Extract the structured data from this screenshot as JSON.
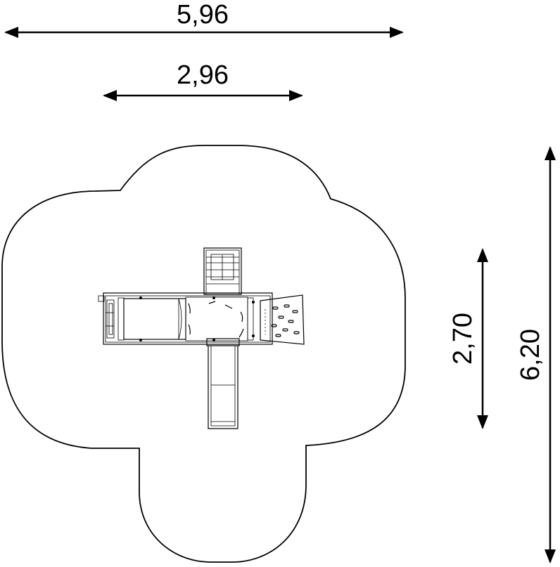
{
  "dimensions": {
    "overall_width": "5,96",
    "equipment_width": "2,96",
    "equipment_depth": "2,70",
    "overall_depth": "6,20"
  },
  "colors": {
    "stroke": "#000000",
    "background": "#ffffff"
  }
}
